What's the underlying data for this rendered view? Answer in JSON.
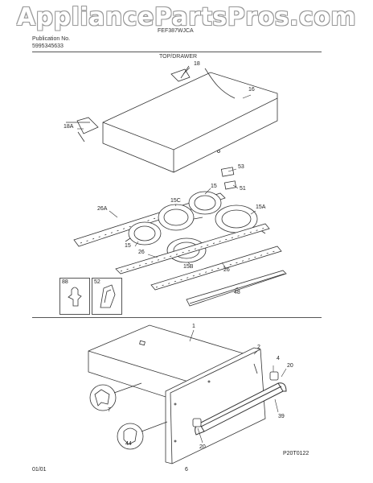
{
  "watermark": "AppliancePartsPros.com",
  "header": {
    "publication_label": "Publication No.",
    "publication_number": "5995345633",
    "model": "FEF387WJCA",
    "section": "TOP/DRAWER"
  },
  "top_labels": {
    "p18": "18",
    "p16": "16",
    "p18a": "18A",
    "p53": "53",
    "p15a_top": "15",
    "p51": "51",
    "p15c": "15C",
    "p26a": "26A",
    "p15a": "15A",
    "p15_left": "15",
    "p26_left": "26",
    "p15b": "15B",
    "p26_right": "26",
    "p48": "48",
    "inset_88": "88",
    "inset_52": "52"
  },
  "bottom_labels": {
    "p1": "1",
    "p2": "2",
    "p4": "4",
    "p20_top": "20",
    "p7": "7",
    "p39": "39",
    "p44": "44",
    "p20_bottom": "20"
  },
  "footer": {
    "diagram_code": "P20T0122",
    "date": "01/01",
    "page": "6"
  }
}
